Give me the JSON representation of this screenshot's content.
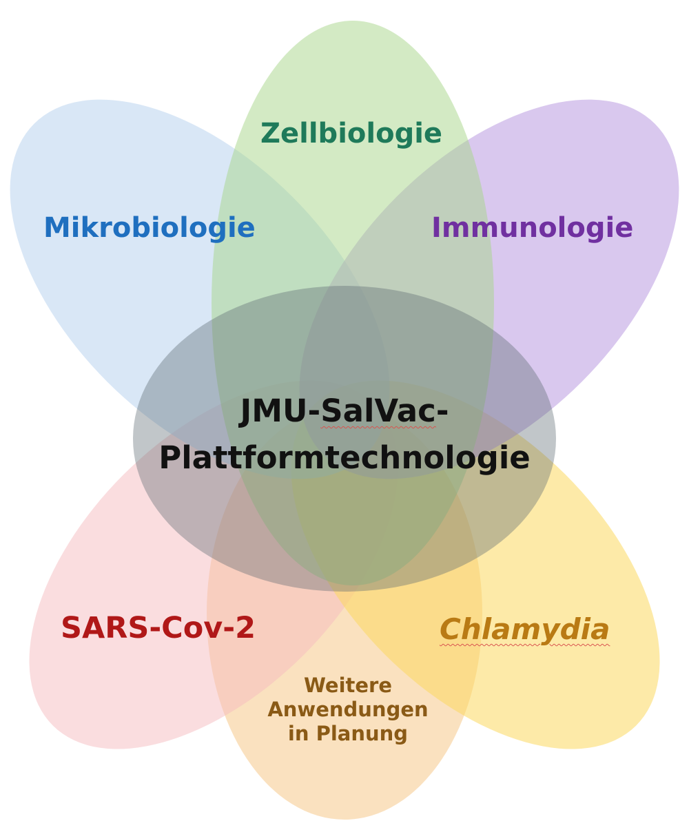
{
  "colors": {
    "zellbiologie": "#a8d68a",
    "mikrobiologie": "#b9d4ee",
    "immunologie": "#b99be0",
    "sars": "#f6bcc0",
    "chlamydia": "#fbd860",
    "weitere": "#f6c98a",
    "center": "#5b6a72"
  },
  "petals": {
    "zellbiologie": "Zellbiologie",
    "mikrobiologie": "Mikrobiologie",
    "immunologie": "Immunologie",
    "sars": "SARS-Cov-2",
    "chlamydia": "Chlamydia",
    "weitere": [
      "Weitere",
      "Anwendungen",
      "in Planung"
    ]
  },
  "center": {
    "line1": "JMU-SalVac-",
    "line2": "Plattformtechnologie"
  }
}
